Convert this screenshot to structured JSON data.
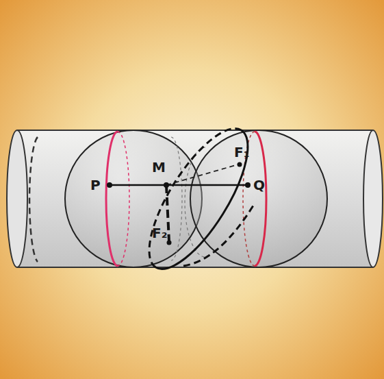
{
  "diagram": {
    "labels": [
      "P",
      "M",
      "F₁",
      "Q",
      "F₂"
    ]
  }
}
